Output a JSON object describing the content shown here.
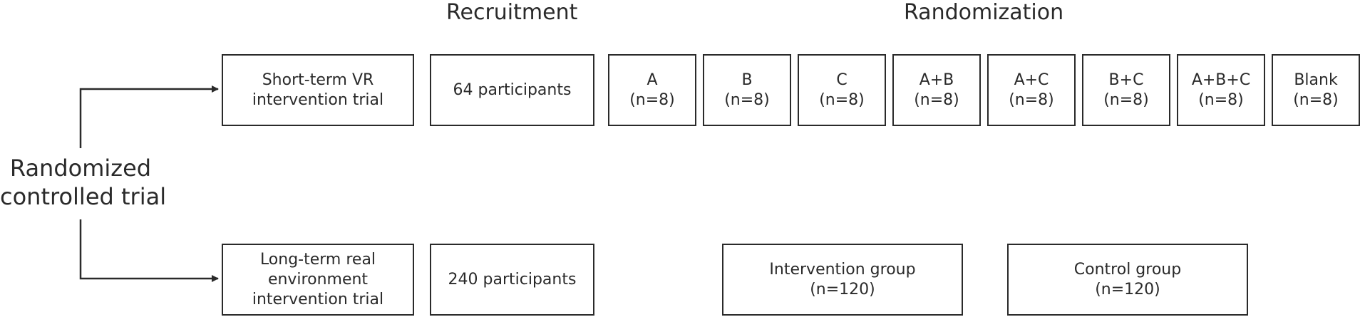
{
  "headings": {
    "recruitment": "Recruitment",
    "randomization": "Randomization"
  },
  "side_label": {
    "line1": "Randomized",
    "line2": "controlled trial"
  },
  "short_term": {
    "trial": {
      "line1": "Short-term VR",
      "line2": "intervention trial"
    },
    "participants": "64 participants",
    "groups": [
      {
        "name": "A",
        "n": "(n=8)"
      },
      {
        "name": "B",
        "n": "(n=8)"
      },
      {
        "name": "C",
        "n": "(n=8)"
      },
      {
        "name": "A+B",
        "n": "(n=8)"
      },
      {
        "name": "A+C",
        "n": "(n=8)"
      },
      {
        "name": "B+C",
        "n": "(n=8)"
      },
      {
        "name": "A+B+C",
        "n": "(n=8)"
      },
      {
        "name": "Blank",
        "n": "(n=8)"
      }
    ]
  },
  "long_term": {
    "trial": {
      "line1": "Long-term real",
      "line2": "environment",
      "line3": "intervention trial"
    },
    "participants": "240 participants",
    "groups": [
      {
        "name": "Intervention group",
        "n": "(n=120)"
      },
      {
        "name": "Control group",
        "n": "(n=120)"
      }
    ]
  }
}
